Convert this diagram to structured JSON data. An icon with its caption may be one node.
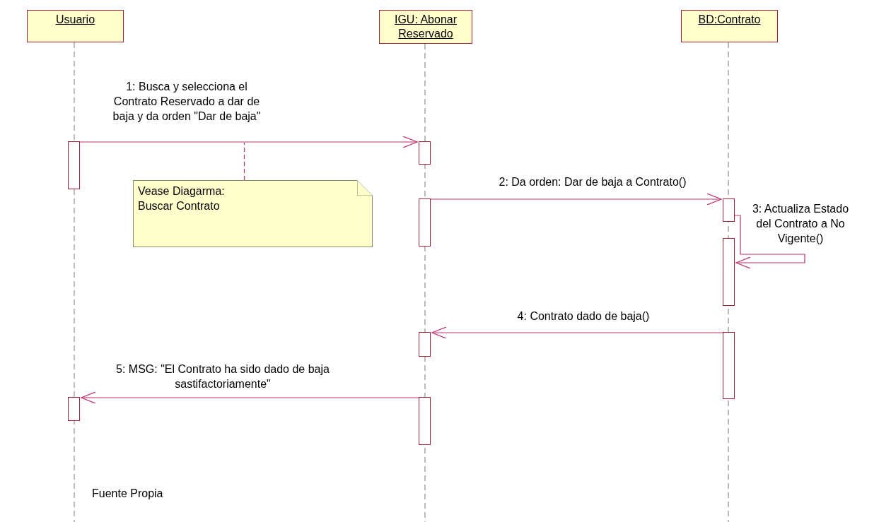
{
  "diagram": {
    "nodes": [
      {
        "text": [
          "Usuario"
        ]
      },
      {
        "text": [
          "IGU: Abonar Reservado"
        ]
      },
      {
        "text": [
          "BD:Contrato"
        ]
      },
      {
        "text": [],
        "shape": "bar"
      },
      {
        "text": [],
        "shape": "bar"
      },
      {
        "text": [],
        "shape": "bar"
      },
      {
        "text": [],
        "shape": "bar"
      },
      {
        "text": [],
        "shape": "bar"
      },
      {
        "text": [],
        "shape": "bar"
      },
      {
        "text": [],
        "shape": "bar"
      },
      {
        "text": [],
        "shape": "bar"
      },
      {
        "text": [],
        "shape": "bar"
      },
      {
        "text": [
          "Vease Diagarma: Buscar Contrato"
        ]
      }
    ],
    "edges": [
      {
        "from": 3,
        "to": 4,
        "arrow": "to",
        "label": "1: Busca y selecciona el Contrato Reservado a dar de baja y da orden \"Dar de baja\""
      },
      {
        "from": 5,
        "to": 6,
        "arrow": "to",
        "label": "2: Da orden: Dar de baja a Contrato()"
      },
      {
        "from": 6,
        "to": 7,
        "arrow": "to",
        "label": "3: Actualiza Estado del Contrato a No Vigente()"
      },
      {
        "from": 9,
        "to": 8,
        "arrow": "to",
        "label": "4: Contrato dado de baja()"
      },
      {
        "from": 10,
        "to": 11,
        "arrow": "to",
        "label": "5: MSG: \"El Contrato ha sido dado de baja sastifactoriamente\""
      },
      {
        "from": 12,
        "to": null,
        "arrow": "none",
        "style": "dashed"
      }
    ],
    "labels": [
      "Fuente Propia"
    ]
  }
}
